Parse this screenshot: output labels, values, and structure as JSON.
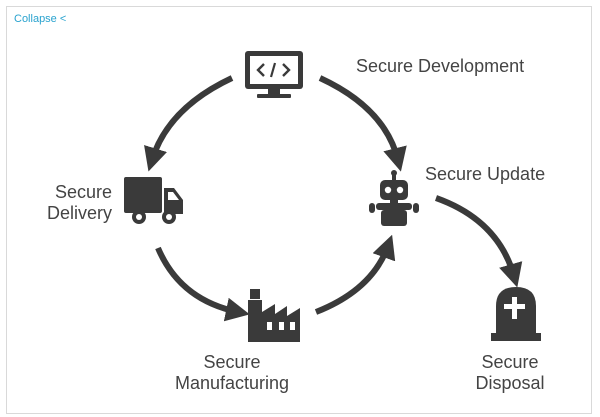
{
  "collapse_link": {
    "label": "Collapse <"
  },
  "diagram": {
    "stages": [
      {
        "id": "development",
        "icon": "computer-code-icon",
        "label": "Secure Development"
      },
      {
        "id": "update",
        "icon": "robot-icon",
        "label": "Secure Update"
      },
      {
        "id": "delivery",
        "icon": "delivery-truck-icon",
        "label_line1": "Secure",
        "label_line2": "Delivery"
      },
      {
        "id": "manufacturing",
        "icon": "factory-icon",
        "label_line1": "Secure",
        "label_line2": "Manufacturing"
      },
      {
        "id": "disposal",
        "icon": "tombstone-icon",
        "label_line1": "Secure",
        "label_line2": "Disposal"
      }
    ],
    "colors": {
      "icon": "#3a3a3a",
      "arrow": "#3a3a3a",
      "text": "#444444",
      "link": "#2aa3cf"
    }
  }
}
